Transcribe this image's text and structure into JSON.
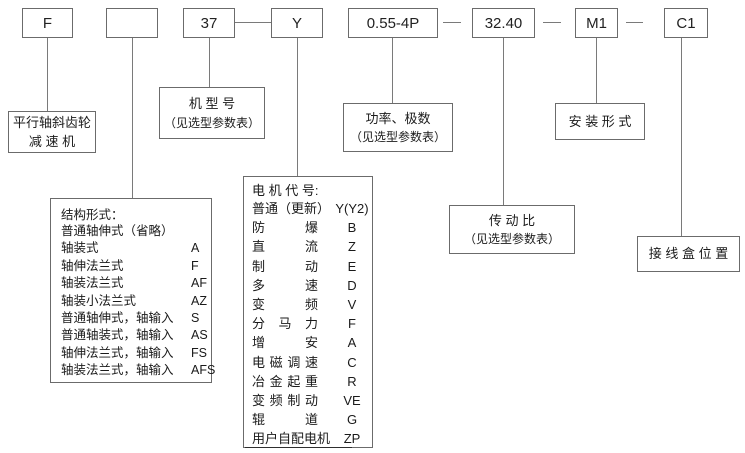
{
  "code_row": {
    "boxes": [
      {
        "label": "F"
      },
      {
        "label": ""
      },
      {
        "label": "37"
      },
      {
        "label": "Y"
      },
      {
        "label": "0.55-4P"
      },
      {
        "label": "32.40"
      },
      {
        "label": "M1"
      },
      {
        "label": "C1"
      }
    ]
  },
  "labels": {
    "reducer": {
      "line1": "平行轴斜齿轮",
      "line2": "减 速 机"
    },
    "model": {
      "line1": "机 型 号",
      "line2": "（见选型参数表）"
    },
    "power": {
      "line1": "功率、极数",
      "line2": "（见选型参数表）"
    },
    "ratio": {
      "line1": "传 动 比",
      "line2": "（见选型参数表）"
    },
    "mounting": {
      "text": "安 装 形 式"
    },
    "junction": {
      "text": "接 线 盒 位 置"
    }
  },
  "structure": {
    "title": "结构形式：",
    "rows": [
      {
        "name": "普通轴伸式（省略）",
        "code": ""
      },
      {
        "name": "轴装式",
        "code": "A"
      },
      {
        "name": "轴伸法兰式",
        "code": "F"
      },
      {
        "name": "轴装法兰式",
        "code": "AF"
      },
      {
        "name": "轴装小法兰式",
        "code": "AZ"
      },
      {
        "name": "普通轴伸式，轴输入",
        "code": "S"
      },
      {
        "name": "普通轴装式，轴输入",
        "code": "AS"
      },
      {
        "name": "轴伸法兰式，轴输入",
        "code": "FS"
      },
      {
        "name": "轴装法兰式，轴输入",
        "code": "AFS"
      }
    ]
  },
  "motor": {
    "title": "电 机 代 号:",
    "rows": [
      {
        "name": "普通（更新）",
        "code": "Y(Y2)"
      },
      {
        "name": "防爆",
        "code": "B"
      },
      {
        "name": "直流",
        "code": "Z"
      },
      {
        "name": "制动",
        "code": "E"
      },
      {
        "name": "多速",
        "code": "D"
      },
      {
        "name": "变频",
        "code": "V"
      },
      {
        "name": "分马力",
        "code": "F"
      },
      {
        "name": "增安",
        "code": "A"
      },
      {
        "name": "电磁调速",
        "code": "C"
      },
      {
        "name": "冶金起重",
        "code": "R"
      },
      {
        "name": "变频制动",
        "code": "VE"
      },
      {
        "name": "辊道",
        "code": "G"
      },
      {
        "name": "用户自配电机",
        "code": "ZP"
      }
    ]
  },
  "colors": {
    "border": "#6b6b6b",
    "line": "#7a7a7a",
    "text": "#1a1a1a",
    "background": "#ffffff"
  }
}
